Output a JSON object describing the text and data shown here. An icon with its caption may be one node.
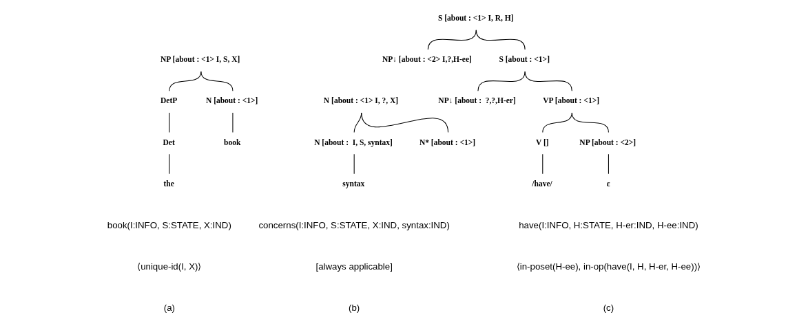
{
  "diagram": {
    "nodes": [
      {
        "text": [
          "NP [about : <1> I, S, X]"
        ]
      },
      {
        "text": [
          "DetP"
        ]
      },
      {
        "text": [
          "N [about : <1>]"
        ]
      },
      {
        "text": [
          "Det"
        ]
      },
      {
        "text": [
          "book"
        ]
      },
      {
        "text": [
          "the"
        ]
      },
      {
        "text": [
          "N [about : <1> I, ?, X]"
        ]
      },
      {
        "text": [
          "N [about :  I, S, syntax]"
        ]
      },
      {
        "text": [
          "N* [about : <1>]"
        ]
      },
      {
        "text": [
          "syntax"
        ]
      },
      {
        "text": [
          "S [about : <1> I, R, H]"
        ]
      },
      {
        "text": [
          "NP↓ [about : <2> I,?,H-ee]"
        ]
      },
      {
        "text": [
          "S [about : <1>]"
        ]
      },
      {
        "text": [
          "NP↓ [about :  ?,?,H-er]"
        ]
      },
      {
        "text": [
          "VP [about : <1>]"
        ]
      },
      {
        "text": [
          "V []"
        ]
      },
      {
        "text": [
          "NP [about : <2>]"
        ]
      },
      {
        "text": [
          "/have/"
        ]
      },
      {
        "text": [
          "ε"
        ]
      }
    ],
    "edges": [
      {
        "from": 0,
        "to": 1,
        "arrow": "none"
      },
      {
        "from": 0,
        "to": 2,
        "arrow": "none"
      },
      {
        "from": 1,
        "to": 3,
        "arrow": "none"
      },
      {
        "from": 2,
        "to": 4,
        "arrow": "none"
      },
      {
        "from": 3,
        "to": 5,
        "arrow": "none"
      },
      {
        "from": 6,
        "to": 7,
        "arrow": "none"
      },
      {
        "from": 6,
        "to": 8,
        "arrow": "none"
      },
      {
        "from": 7,
        "to": 9,
        "arrow": "none"
      },
      {
        "from": 10,
        "to": 11,
        "arrow": "none"
      },
      {
        "from": 10,
        "to": 12,
        "arrow": "none"
      },
      {
        "from": 12,
        "to": 13,
        "arrow": "none"
      },
      {
        "from": 12,
        "to": 14,
        "arrow": "none"
      },
      {
        "from": 14,
        "to": 15,
        "arrow": "none"
      },
      {
        "from": 14,
        "to": 16,
        "arrow": "none"
      },
      {
        "from": 15,
        "to": 17,
        "arrow": "none"
      },
      {
        "from": 16,
        "to": 18,
        "arrow": "none"
      }
    ],
    "labels": [
      "book(I:INFO, S:STATE, X:IND)",
      "⟨unique-id(I, X)⟩",
      "(a)",
      "concerns(I:INFO, S:STATE, X:IND, syntax:IND)",
      "[always applicable]",
      "(b)",
      "have(I:INFO, H:STATE, H-er:IND, H-ee:IND)",
      "⟨in-poset(H-ee), in-op(have(I, H, H-er, H-ee))⟩",
      "(c)"
    ]
  }
}
